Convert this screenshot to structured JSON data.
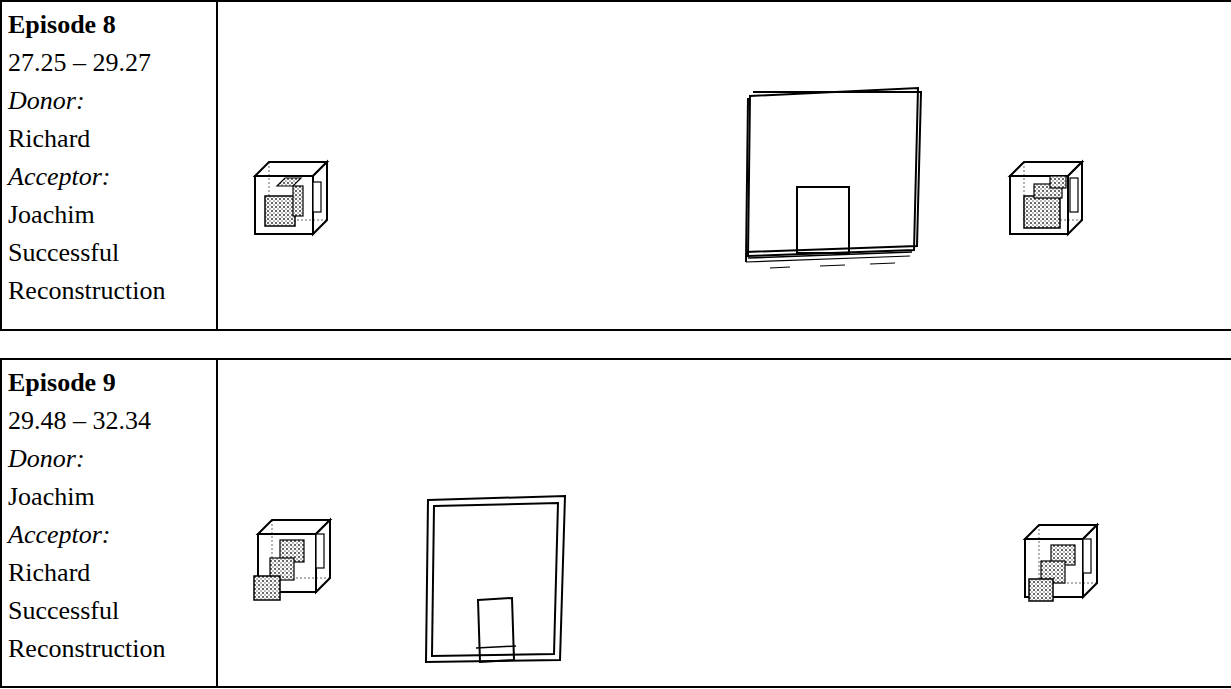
{
  "diagram": {
    "nodes": [
      {
        "text": [
          "Episode 8",
          "27.25 – 29.27",
          "Donor:",
          "Richard",
          "Acceptor:",
          "Joachim",
          "Successful Reconstruction"
        ]
      },
      {
        "text": [
          "Episode 9",
          "29.48 – 32.34",
          "Donor:",
          "Joachim",
          "Acceptor:",
          "Richard",
          "Successful Reconstruction"
        ]
      }
    ]
  }
}
